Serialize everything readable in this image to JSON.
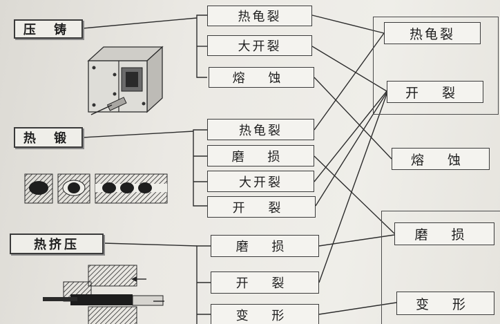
{
  "processes": [
    {
      "id": "die_casting",
      "label": "压 铸"
    },
    {
      "id": "hot_forging",
      "label": "热 锻"
    },
    {
      "id": "hot_extrusion",
      "label": "热挤压"
    }
  ],
  "failure_modes": {
    "die_casting": [
      "热龟裂",
      "大开裂",
      "熔 蚀"
    ],
    "hot_forging": [
      "热龟裂",
      "磨 损",
      "大开裂",
      "开 裂"
    ],
    "hot_extrusion": [
      "磨 损",
      "开 裂",
      "变 形"
    ]
  },
  "results": [
    "热龟裂",
    "开 裂",
    "熔 蚀",
    "磨 损",
    "变 形"
  ],
  "illustrations": [
    "die-casting-mold",
    "forging-dies",
    "extrusion-press"
  ]
}
